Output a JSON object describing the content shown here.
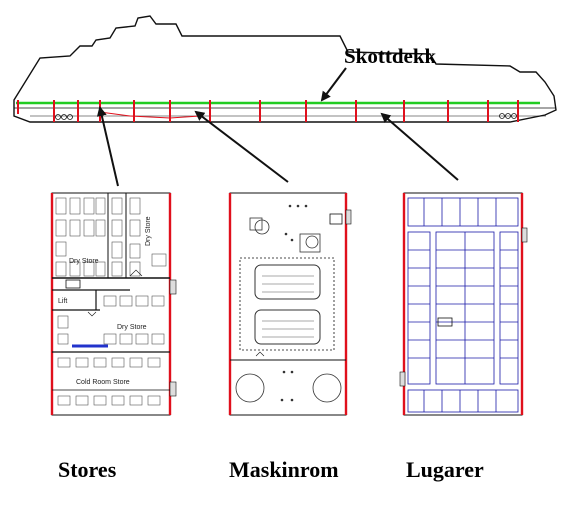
{
  "diagram": {
    "deck_label": "Skottdekk",
    "panels": [
      {
        "id": "stores",
        "caption": "Stores",
        "room_labels": [
          "Dry Store",
          "Dry Store",
          "Lift",
          "Dry Store",
          "Cold Room Store"
        ]
      },
      {
        "id": "engine",
        "caption": "Maskinrom"
      },
      {
        "id": "cabins",
        "caption": "Lugarer"
      }
    ],
    "colors": {
      "bulkhead": "#e0101c",
      "deck_line": "#22cc22",
      "outline": "#111111",
      "cabin": "#1a1aa8",
      "door": "#3344cc"
    }
  }
}
